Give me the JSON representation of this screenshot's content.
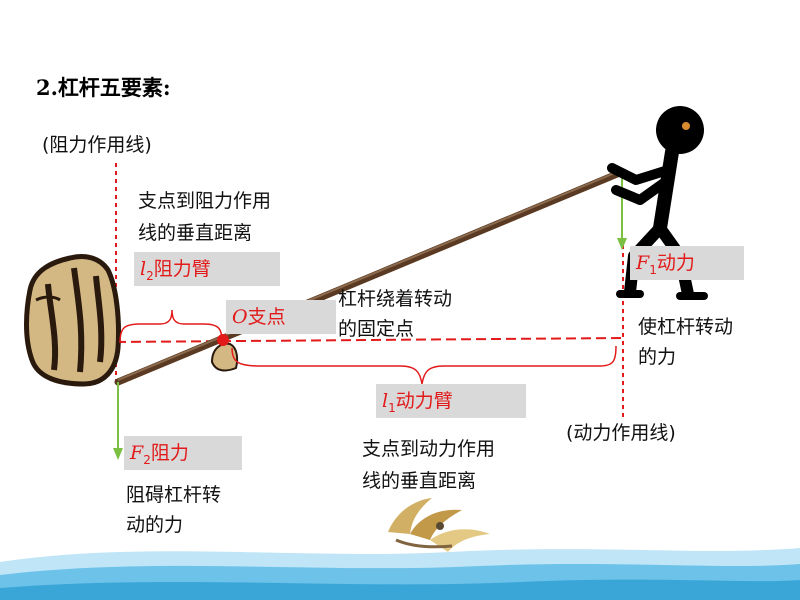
{
  "title": "2.杠杆五要素:",
  "labels": {
    "resist_line": "(阻力作用线)",
    "arm2_desc_line1": "支点到阻力作用",
    "arm2_desc_line2": "线的垂直距离",
    "fulcrum_desc_line1": "杠杆绕着转动",
    "fulcrum_desc_line2": "的固定点",
    "effort_desc_line1": "使杠杆转动",
    "effort_desc_line2": "的力",
    "effort_line": "(动力作用线)",
    "arm1_desc_line1": "支点到动力作用",
    "arm1_desc_line2": "线的垂直距离",
    "resist_desc_line1": "阻碍杠杆转",
    "resist_desc_line2": "动的力"
  },
  "boxes": {
    "l2": {
      "var": "l",
      "sub": "2",
      "text": "阻力臂"
    },
    "fulcrum": {
      "var": "O",
      "text": "支点"
    },
    "f1": {
      "var": "F",
      "sub": "1",
      "text": "动力"
    },
    "l1": {
      "var": "l",
      "sub": "1",
      "text": "动力臂"
    },
    "f2": {
      "var": "F",
      "sub": "2",
      "text": "阻力"
    }
  },
  "colors": {
    "accent_red": "#e21a1a",
    "force_green": "#7bc043",
    "lever_brown": "#5a3a22",
    "rock_tan": "#d4b884",
    "box_gray": "#d9d9d9",
    "wave_blue": "#3aa6d8"
  }
}
